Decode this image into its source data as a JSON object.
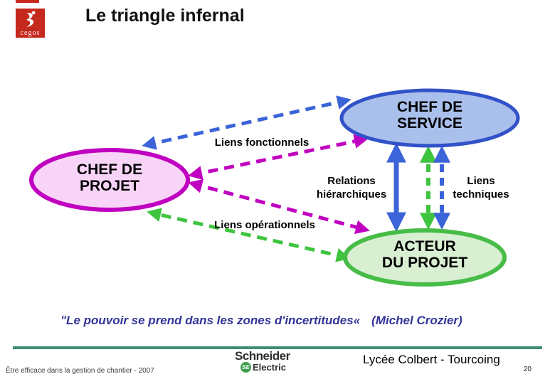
{
  "slide": {
    "title": "Le triangle infernal"
  },
  "logo": {
    "text": "cegos",
    "bg_color": "#c5281c"
  },
  "diagram": {
    "nodes": {
      "service": {
        "label": "CHEF DE SERVICE",
        "line1": "CHEF DE",
        "line2": "SERVICE",
        "fill": "#aac0ec",
        "border": "#3152c8"
      },
      "projet": {
        "label": "CHEF DE PROJET",
        "line1": "CHEF DE",
        "line2": "PROJET",
        "fill": "#f8d5f8",
        "border": "#c000c0"
      },
      "acteur": {
        "label": "ACTEUR DU PROJET",
        "line1": "ACTEUR",
        "line2": "DU PROJET",
        "fill": "#d9efd2",
        "border": "#47bd47"
      }
    },
    "link_labels": {
      "fonctionnels": "Liens fonctionnels",
      "hierarchiques_line1": "Relations",
      "hierarchiques_line2": "hiérarchiques",
      "techniques_line1": "Liens",
      "techniques_line2": "techniques",
      "operationnels": "Liens opérationnels"
    },
    "colors": {
      "blue": "#3c64d9",
      "magenta": "#c000c0",
      "green": "#3fc43f"
    }
  },
  "quote": {
    "text": "\"Le pouvoir se prend dans les zones d'incertitudes«",
    "attribution": "(Michel Crozier)",
    "color": "#333399"
  },
  "footer": {
    "left_note": "Être efficace dans la gestion de chantier - 2007",
    "brand_top": "Schneider",
    "brand_monogram": "SE",
    "brand_bottom": "Electric",
    "institution": "Lycée Colbert - Tourcoing",
    "page_number": "20",
    "rule_color": "#3f8f6f"
  }
}
